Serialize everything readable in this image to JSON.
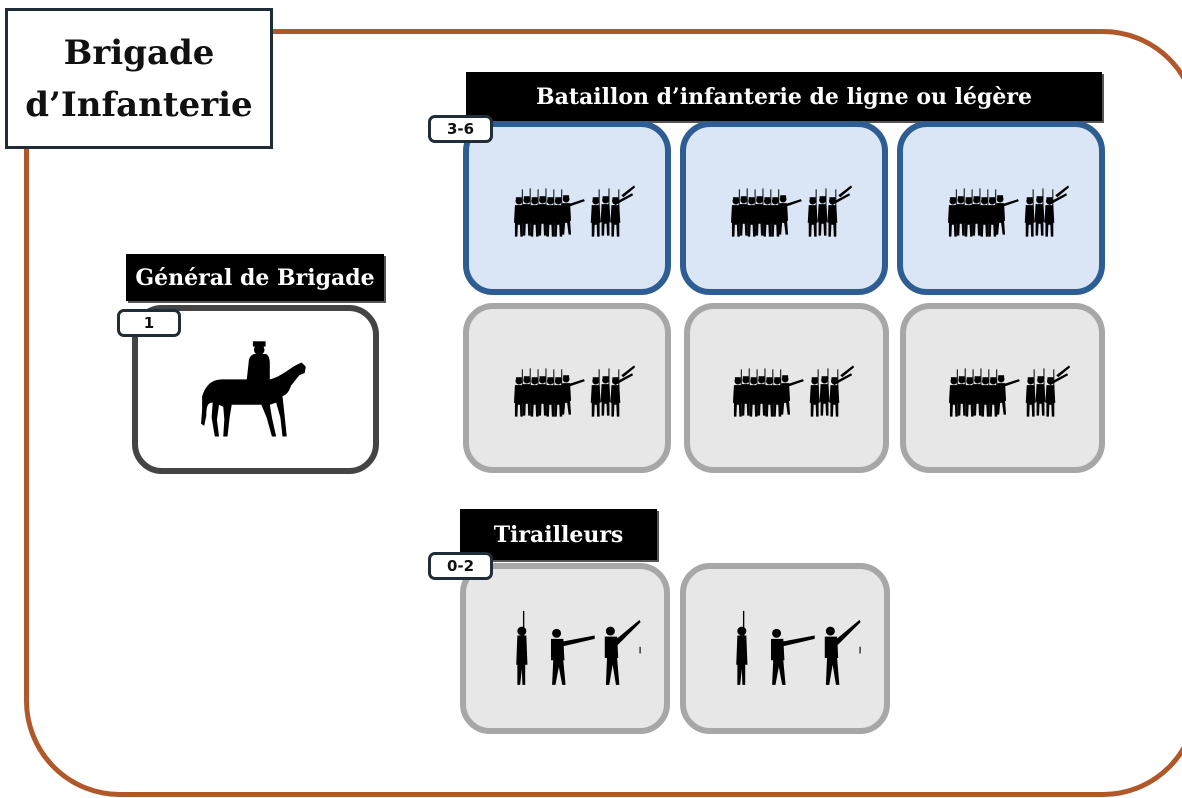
{
  "title": {
    "line1": "Brigade",
    "line2": "d’Infanterie"
  },
  "general": {
    "label": "Général de Brigade",
    "count": "1",
    "icon": "mounted-general-icon"
  },
  "battalion": {
    "label": "Bataillon d’infanterie de ligne ou légère",
    "count": "3-6",
    "icon": "infantry-line-icon"
  },
  "skirmishers": {
    "label": "Tirailleurs",
    "count": "0-2",
    "icon": "skirmisher-icon"
  },
  "colors": {
    "frame": "#b0582a",
    "required_card": "#dae6f6",
    "required_border": "#2d5d93",
    "optional_card": "#e7e7e7",
    "optional_border": "#a7a7a7",
    "general_border": "#444444"
  }
}
